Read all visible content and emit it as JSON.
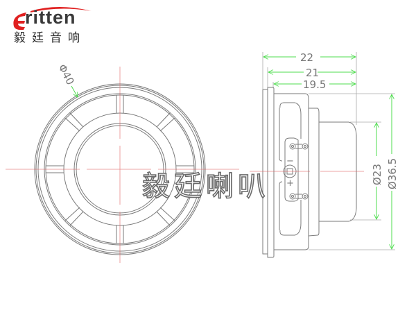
{
  "logo": {
    "brand": "ritten",
    "brand_initial": "E",
    "chinese_name": "毅廷音响",
    "accent_color": "#e02020"
  },
  "watermark": "毅廷喇叭",
  "front_view": {
    "diameter_label": "Φ40"
  },
  "side_view": {
    "dimensions": {
      "overall_depth": "22",
      "frame_depth": "21",
      "body_depth": "19.5",
      "magnet_diameter": "Ø23",
      "cup_diameter": "Ø36.5"
    },
    "terminals": {
      "negative": "−",
      "positive": "+"
    }
  },
  "colors": {
    "outline": "#7a7a7a",
    "dimension_line": "#4cdc4c",
    "center_line": "#e06060",
    "text": "#777777"
  }
}
